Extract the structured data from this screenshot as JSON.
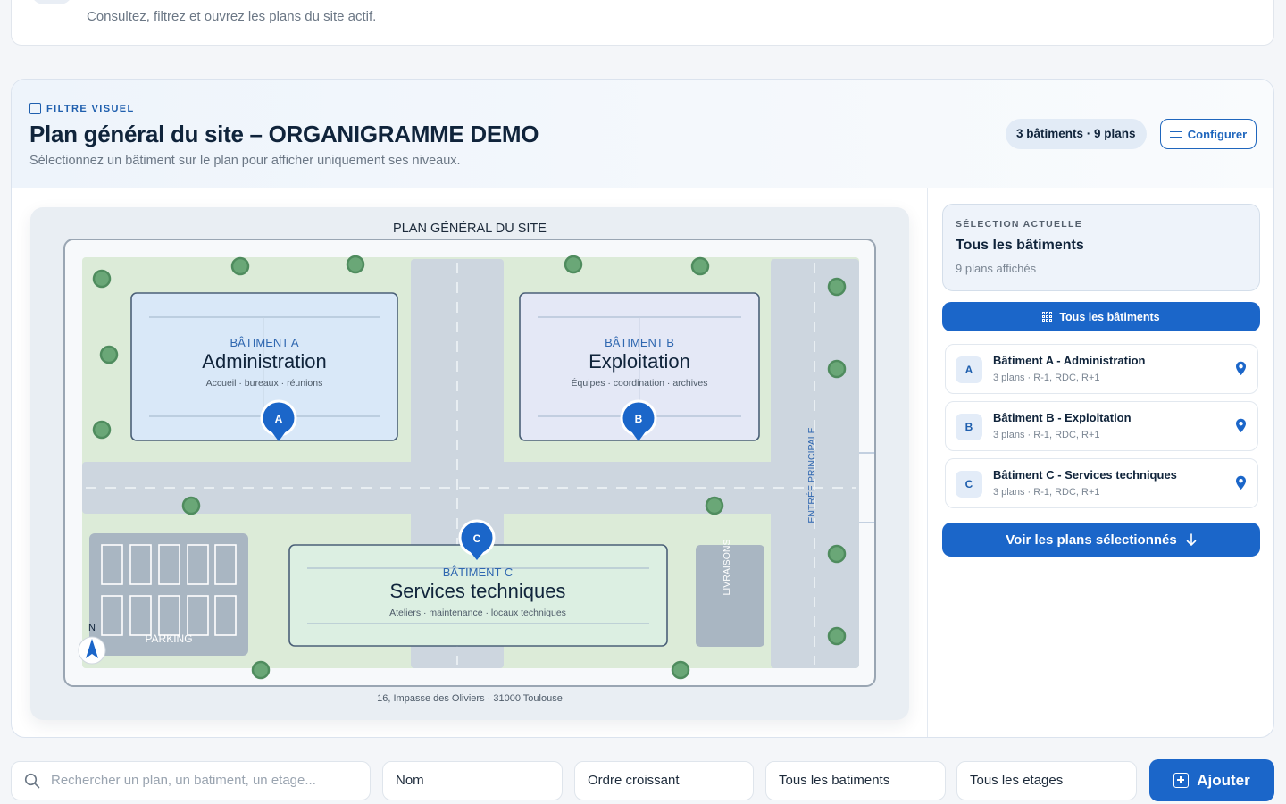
{
  "header": {
    "subtitle": "Consultez, filtrez et ouvrez les plans du site actif."
  },
  "filter": {
    "eyebrow": "FILTRE VISUEL",
    "title": "Plan général du site – ORGANIGRAMME DEMO",
    "subtitle": "Sélectionnez un bâtiment sur le plan pour afficher uniquement ses niveaux.",
    "count_pill": "3 bâtiments · 9 plans",
    "configure_label": "Configurer"
  },
  "map": {
    "title": "PLAN GÉNÉRAL DU SITE",
    "address": "16, Impasse des Oliviers · 31000 Toulouse",
    "entrance_label": "ENTRÉE PRINCIPALE",
    "deliveries_label": "LIVRAISONS",
    "parking_label": "PARKING",
    "north_label": "N",
    "buildings": [
      {
        "letter": "A",
        "tag": "BÂTIMENT A",
        "name": "Administration",
        "desc": "Accueil · bureaux · réunions"
      },
      {
        "letter": "B",
        "tag": "BÂTIMENT B",
        "name": "Exploitation",
        "desc": "Équipes · coordination · archives"
      },
      {
        "letter": "C",
        "tag": "BÂTIMENT C",
        "name": "Services techniques",
        "desc": "Ateliers · maintenance · locaux techniques"
      }
    ]
  },
  "selection": {
    "eyebrow": "SÉLECTION ACTUELLE",
    "title": "Tous les bâtiments",
    "subtitle": "9 plans affichés",
    "all_button": "Tous les bâtiments",
    "see_button": "Voir les plans sélectionnés",
    "items": [
      {
        "letter": "A",
        "name": "Bâtiment A - Administration",
        "meta": "3 plans · R-1, RDC, R+1"
      },
      {
        "letter": "B",
        "name": "Bâtiment B - Exploitation",
        "meta": "3 plans · R-1, RDC, R+1"
      },
      {
        "letter": "C",
        "name": "Bâtiment C - Services techniques",
        "meta": "3 plans · R-1, RDC, R+1"
      }
    ]
  },
  "toolbar": {
    "search_placeholder": "Rechercher un plan, un batiment, un etage...",
    "sort_field": "Nom",
    "sort_order": "Ordre croissant",
    "building_filter": "Tous les batiments",
    "floor_filter": "Tous les etages",
    "add_label": "Ajouter"
  },
  "colors": {
    "accent": "#1b66c9",
    "building_a": "#d9e8f8",
    "building_b": "#e4e8f6",
    "building_c": "#dcefe2",
    "lawn": "#dcebd8",
    "road": "#cdd6df"
  }
}
